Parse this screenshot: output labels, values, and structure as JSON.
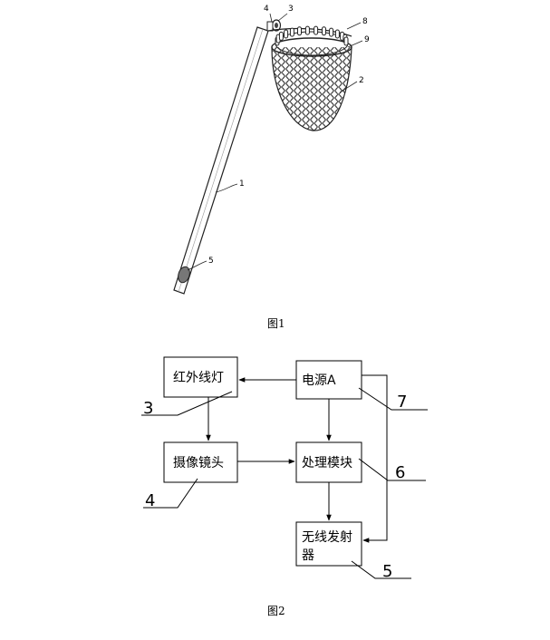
{
  "figure1": {
    "caption": "图1",
    "labels": {
      "l1": "1",
      "l2": "2",
      "l3": "3",
      "l4": "4",
      "l5": "5",
      "l8": "8",
      "l9": "9"
    }
  },
  "figure2": {
    "caption": "图2",
    "boxes": {
      "infrared": "红外线灯",
      "power": "电源A",
      "camera": "摄像镜头",
      "processor": "处理模块",
      "wireless_line1": "无线发射",
      "wireless_line2": "器"
    },
    "refs": {
      "r3": "3",
      "r4": "4",
      "r5": "5",
      "r6": "6",
      "r7": "7"
    }
  }
}
